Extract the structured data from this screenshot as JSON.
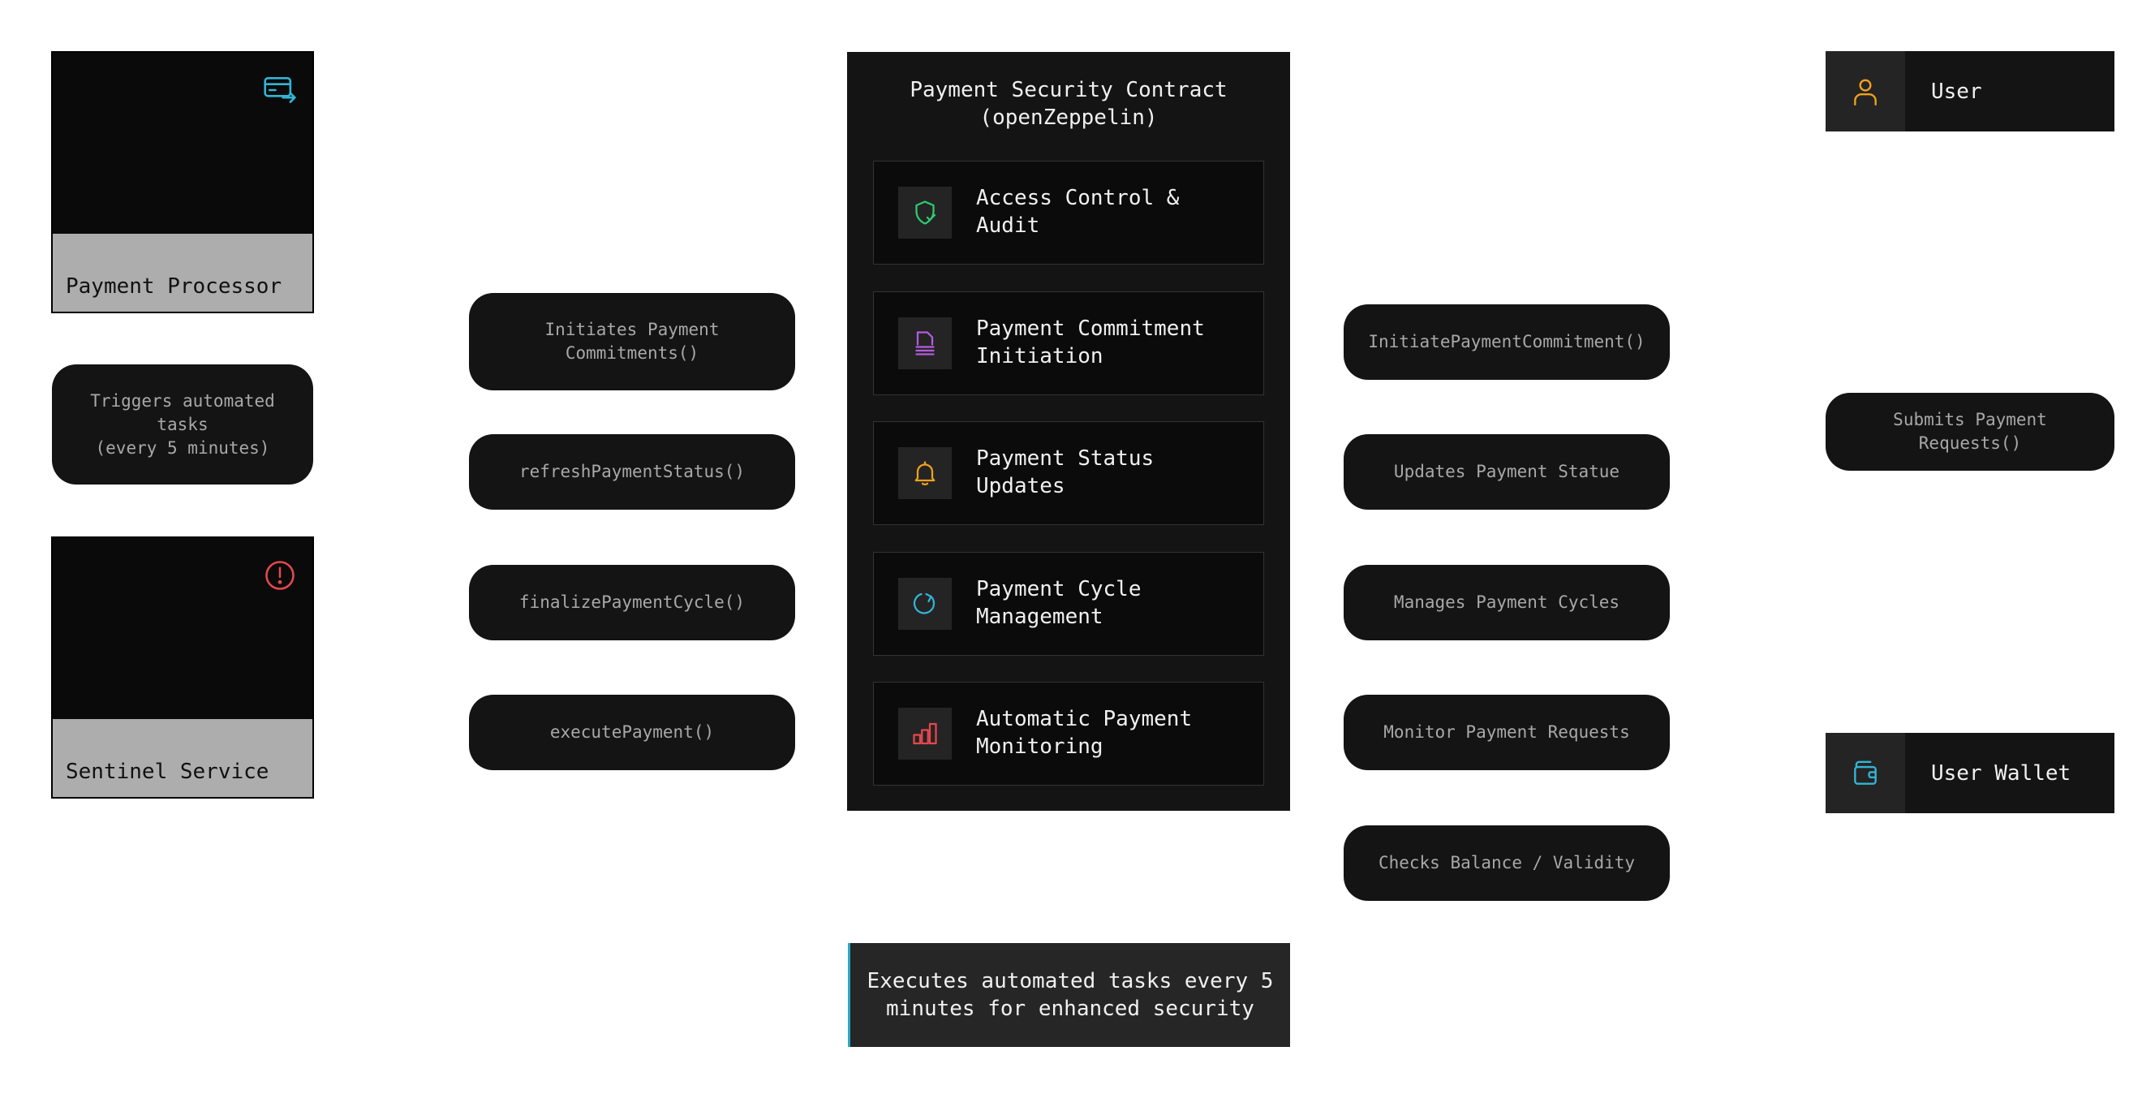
{
  "left_actors": {
    "payment_processor": {
      "label": "Payment Processor",
      "icon": "credit-card-transfer-icon",
      "icon_color": "#33b5d6"
    },
    "trigger_note": "Triggers automated\ntasks\n(every 5 minutes)",
    "sentinel_service": {
      "label": "Sentinel Service",
      "icon": "alert-circle-icon",
      "icon_color": "#e5484d"
    }
  },
  "left_calls": [
    "Initiates Payment\nCommitments()",
    "refreshPaymentStatus()",
    "finalizePaymentCycle()",
    "executePayment()"
  ],
  "contract": {
    "title": "Payment Security Contract\n(openZeppelin)",
    "modules": [
      {
        "label": "Access Control &\nAudit",
        "icon": "shield-check-icon",
        "color": "#2ecc71"
      },
      {
        "label": "Payment Commitment\nInitiation",
        "icon": "document-icon",
        "color": "#b45ce0"
      },
      {
        "label": "Payment Status\nUpdates",
        "icon": "bell-icon",
        "color": "#f0a020"
      },
      {
        "label": "Payment Cycle\nManagement",
        "icon": "refresh-icon",
        "color": "#33b5d6"
      },
      {
        "label": "Automatic Payment\nMonitoring",
        "icon": "bar-chart-icon",
        "color": "#e5484d"
      }
    ]
  },
  "right_calls": [
    "InitiatePaymentCommitment()",
    "Updates Payment Statue",
    "Manages Payment Cycles",
    "Monitor Payment Requests",
    "Checks Balance / Validity"
  ],
  "right_actors": {
    "user": {
      "label": "User",
      "icon": "user-icon",
      "icon_color": "#f0a020"
    },
    "user_note": "Submits Payment\nRequests()",
    "user_wallet": {
      "label": "User Wallet",
      "icon": "wallet-icon",
      "icon_color": "#33b5d6"
    }
  },
  "footer_note": "Executes automated tasks every 5\nminutes for enhanced security"
}
